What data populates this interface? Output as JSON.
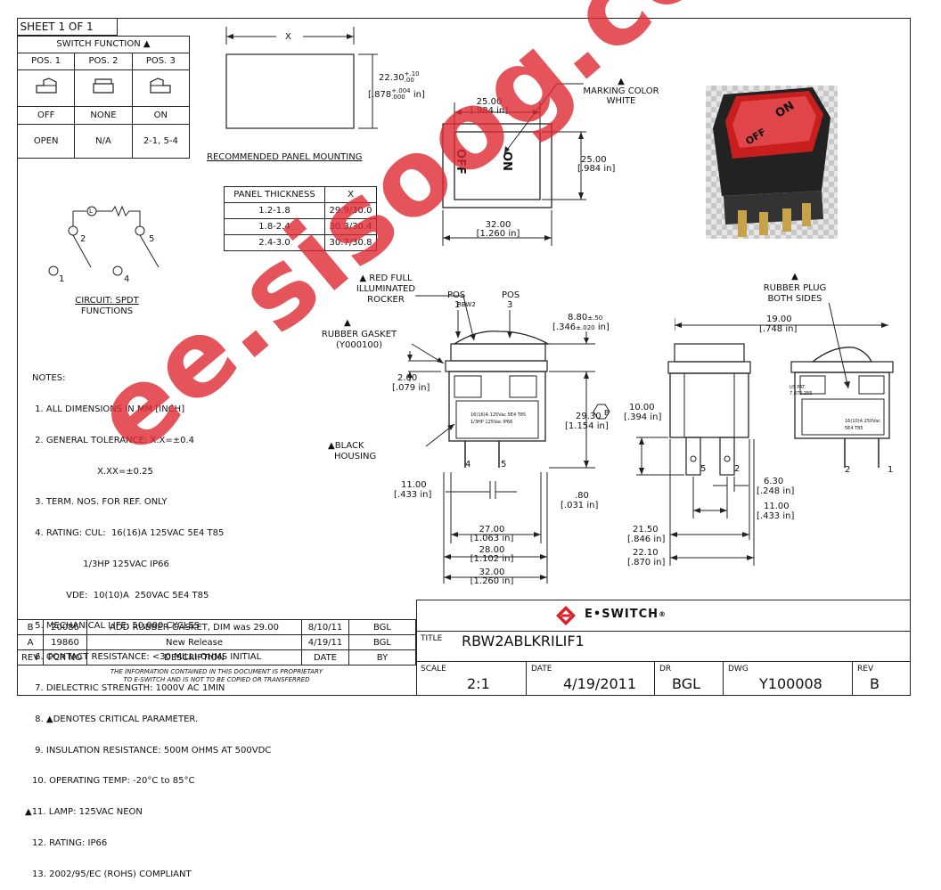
{
  "sheet": "SHEET 1 OF 1",
  "switch_function": {
    "title": "SWITCH FUNCTION",
    "cols": [
      "POS. 1",
      "POS. 2",
      "POS. 3"
    ],
    "state": [
      "OFF",
      "NONE",
      "ON"
    ],
    "circuits": [
      "OPEN",
      "N/A",
      "2-1, 5-4"
    ]
  },
  "panel": {
    "x_label": "X",
    "height": "22.30",
    "tol_plus": "+.10",
    "tol_minus": ".00",
    "height_in": ".878",
    "tol_in_plus": "+.004",
    "tol_in_minus": ".000",
    "in_unit": "in",
    "caption": "RECOMMENDED PANEL MOUNTING",
    "table_headers": [
      "PANEL THICKNESS",
      "X"
    ],
    "table_rows": [
      [
        "1.2-1.8",
        "29.9/30.0"
      ],
      [
        "1.8-2.4",
        "30.3/30.4"
      ],
      [
        "2.4-3.0",
        "30.7/30.8"
      ]
    ]
  },
  "front": {
    "marking": "MARKING COLOR",
    "marking2": "WHITE",
    "w": "25.00",
    "w_in": "[.984 in]",
    "h": "25.00",
    "h_in": "[.984 in]",
    "ow": "32.00",
    "ow_in": "[1.260 in]",
    "off": "OFF",
    "on": "ON"
  },
  "photo": {
    "on": "ON",
    "off": "OFF"
  },
  "circuit": {
    "caption": "CIRCUIT: SPDT",
    "caption2": "FUNCTIONS",
    "l": "L",
    "n1": "1",
    "n2": "2",
    "n4": "4",
    "n5": "5"
  },
  "side": {
    "rocker1": "RED  FULL",
    "rocker2": "ILLUMINATED",
    "rocker3": "ROCKER",
    "pos": "POS",
    "pos1": "1",
    "pos3": "3",
    "gasket1": "RUBBER GASKET",
    "gasket2": "(Y000100)",
    "housing1": "BLACK",
    "housing2": "HOUSING",
    "d880": "8.80",
    "d880_tol": "±.50",
    "d880_in": "[.346",
    "d880_in_tol": "±.020",
    "d880_in_end": "in]",
    "d200": "2.00",
    "d200_in": "[.079 in]",
    "d2930": "29.30",
    "d2930_in": "[1.154 in]",
    "rev_b": "B",
    "d1100": "11.00",
    "d1100_in": "[.433 in]",
    "d080": ".80",
    "d080_in": "[.031 in]",
    "d2700": "27.00",
    "d2700_in": "[1.063 in]",
    "d2800": "28.00",
    "d2800_in": "[1.102 in]",
    "d3200": "32.00",
    "d3200_in": "[1.260 in]",
    "t4": "4",
    "t5": "5",
    "label_top": "RBW2",
    "label_spec1": "16(16)A 125Vac 5E4 T85",
    "label_spec2": "1/3HP 125Vac IP66"
  },
  "end": {
    "d1000": "10.00",
    "d1000_in": "[.394 in]",
    "d630": "6.30",
    "d630_in": "[.248 in]",
    "d1100": "11.00",
    "d1100_in": "[.433 in]",
    "d2150": "21.50",
    "d2150_in": "[.846 in]",
    "d2210": "22.10",
    "d2210_in": "[.870 in]",
    "t5": "5",
    "t2": "2"
  },
  "rear": {
    "plug1": "RUBBER PLUG",
    "plug2": "BOTH SIDES",
    "d1900": "19.00",
    "d1900_in": "[.748 in]",
    "t2": "2",
    "t1": "1",
    "pat1": "US PAT.",
    "pat2": "7,872,255",
    "spec": "16(10)A 250Vac",
    "spec2": "5E4  T85"
  },
  "notes": [
    "NOTES:",
    " 1. ALL DIMENSIONS IN MM [INCH]",
    " 2. GENERAL TOLERANCE: X.X=±0.4",
    "                       X.XX=±0.25",
    " 3. TERM. NOS. FOR REF. ONLY",
    " 4. RATING: CUL:  16(16)A 125VAC 5E4 T85",
    "                  1/3HP 125VAC IP66",
    "            VDE:  10(10)A  250VAC 5E4 T85",
    " 5. MECHANICAL LIFE: 50,000 CYCLES",
    " 6. CONTACT RESISTANCE: <30 MILLI-OHMS INITIAL",
    " 7. DIELECTRIC STRENGTH: 1000V AC 1MIN",
    " 8. ▲DENOTES CRITICAL PARAMETER.",
    " 9. INSULATION RESISTANCE: 500M OHMS AT 500VDC",
    "10. OPERATING TEMP: -20°C to 85°C",
    "▲11. LAMP: 125VAC NEON",
    "12. RATING: IP66",
    "13. 2002/95/EC (ROHS) COMPLIANT"
  ],
  "revisions": {
    "rows": [
      [
        "B",
        "20086",
        "ADD RUBBER GASKET, DIM was 29.00",
        "8/10/11",
        "BGL"
      ],
      [
        "A",
        "19860",
        "New Release",
        "4/19/11",
        "BGL"
      ]
    ],
    "headers": [
      "REV",
      "PCR NO",
      "DESCRIPTION",
      "DATE",
      "BY"
    ],
    "disclaimer1": "THE INFORMATION CONTAINED IN THIS DOCUMENT IS PROPRIETARY",
    "disclaimer2": "TO E-SWITCH AND IS NOT TO BE COPIED OR TRANSFERRED"
  },
  "titleblock": {
    "brand": "E•SWITCH",
    "reg": "®",
    "title_label": "TITLE",
    "title": "RBW2ABLKRILIF1",
    "scale_label": "SCALE",
    "scale": "2:1",
    "date_label": "DATE",
    "date": "4/19/2011",
    "dr_label": "DR",
    "dr": "BGL",
    "dwg_label": "DWG",
    "dwg": "Y100008",
    "rev_label": "REV",
    "rev": "B"
  },
  "watermark": "ee.sisoog.com",
  "colors": {
    "line": "#222222",
    "watermark": "#de2832",
    "rocker": "#c81e1e",
    "brand": "#d8232a"
  }
}
